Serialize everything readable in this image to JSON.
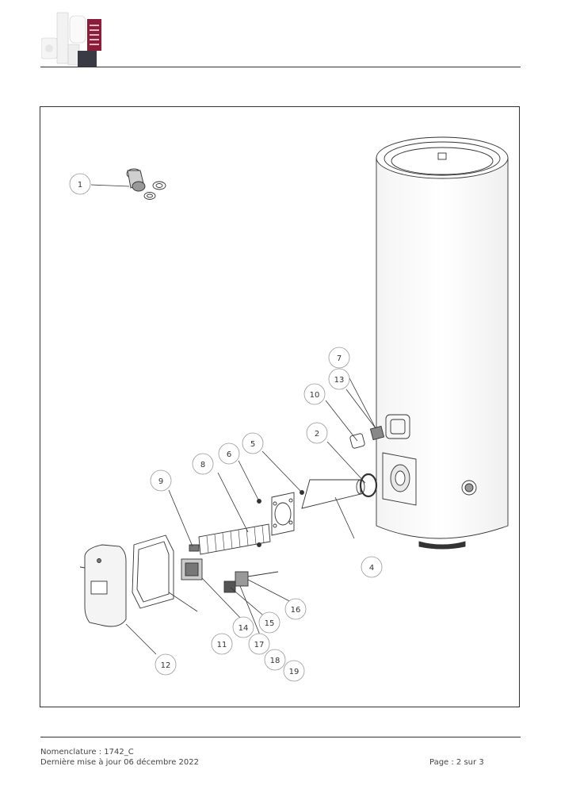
{
  "diagram": {
    "callouts": [
      "1",
      "2",
      "4",
      "5",
      "6",
      "7",
      "8",
      "9",
      "10",
      "11",
      "12",
      "13",
      "14",
      "15",
      "16",
      "17",
      "18",
      "19"
    ]
  },
  "footer": {
    "reference": "Nomenclature : 1742_C",
    "updated": "Dernière mise à jour 06 décembre 2022",
    "page": "Page : 2 sur 3"
  },
  "colors": {
    "brand": "#8c1d3a",
    "line": "#333333"
  }
}
